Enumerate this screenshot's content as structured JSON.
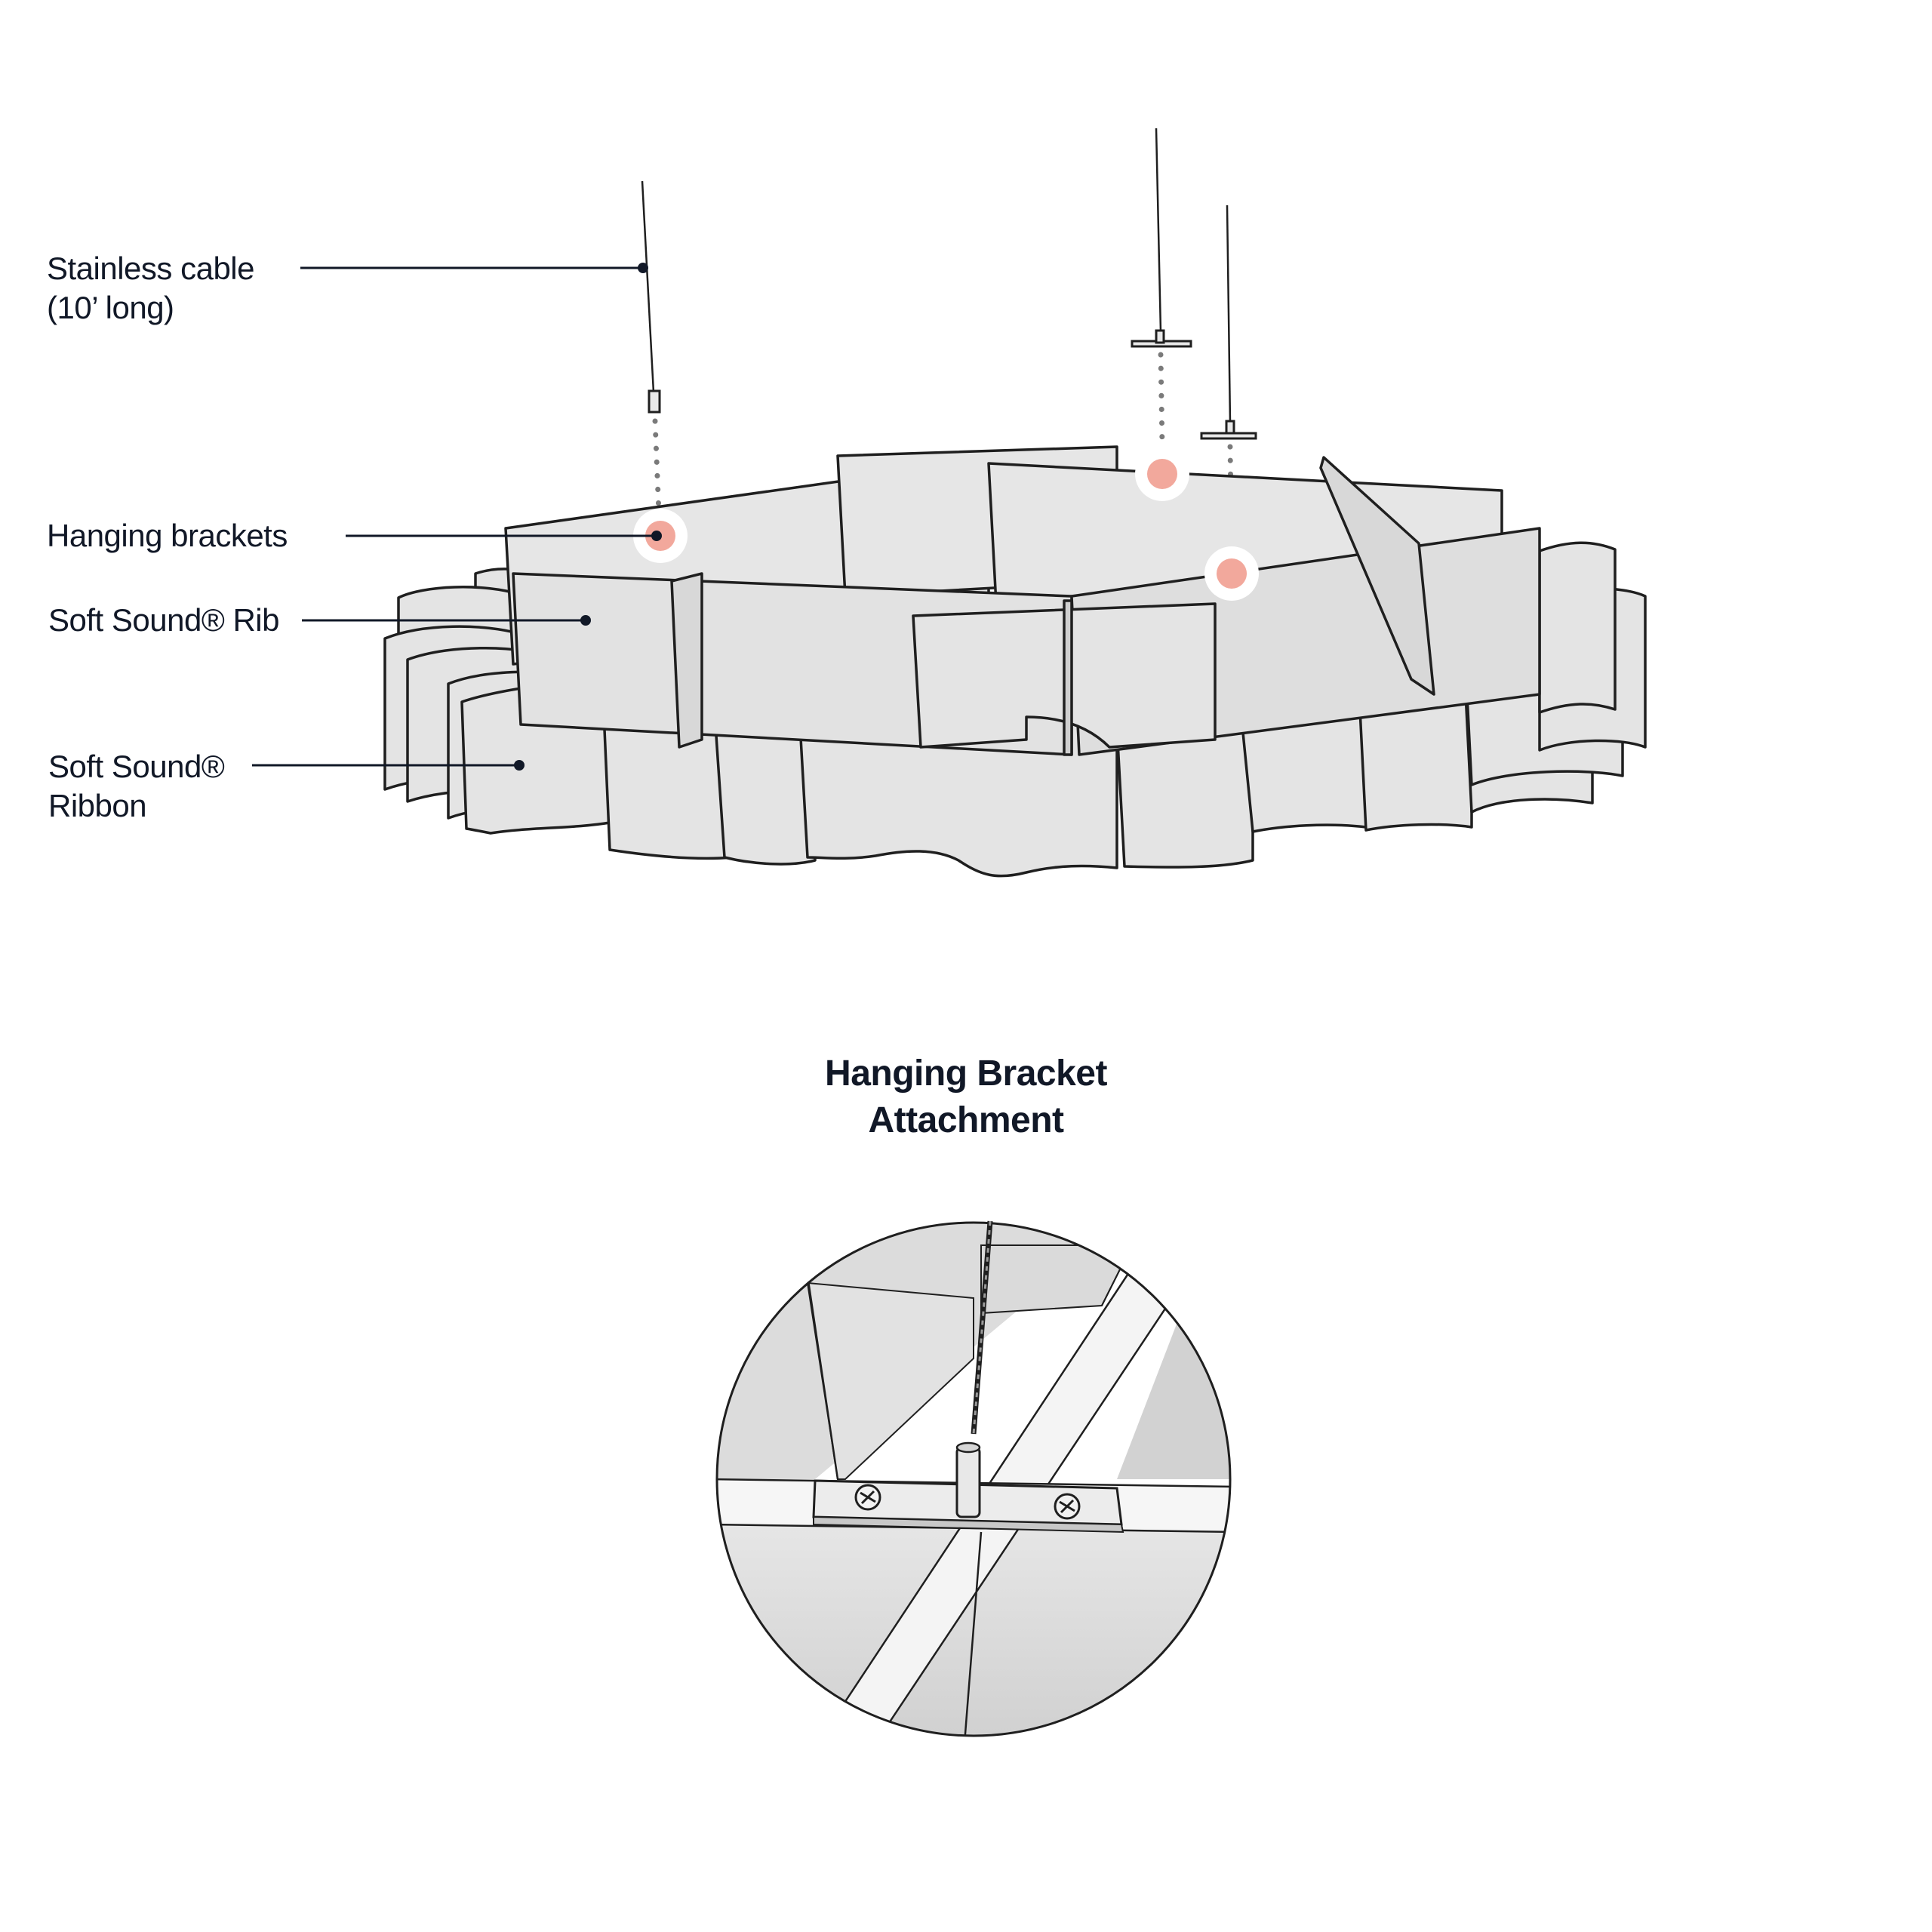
{
  "labels": {
    "cable_line1": "Stainless cable",
    "cable_line2": "(10’ long)",
    "brackets": "Hanging brackets",
    "rib": "Soft Sound® Rib",
    "ribbon_line1": "Soft Sound®",
    "ribbon_line2": "Ribbon"
  },
  "detail": {
    "title_line1": "Hanging Bracket",
    "title_line2": "Attachment"
  },
  "colors": {
    "ink": "#111827",
    "panel": "#e5e5e5",
    "panel_shade": "#d4d4d4",
    "outline": "#1f1f1f",
    "marker": "#f2a89c",
    "leader": "#111827"
  }
}
